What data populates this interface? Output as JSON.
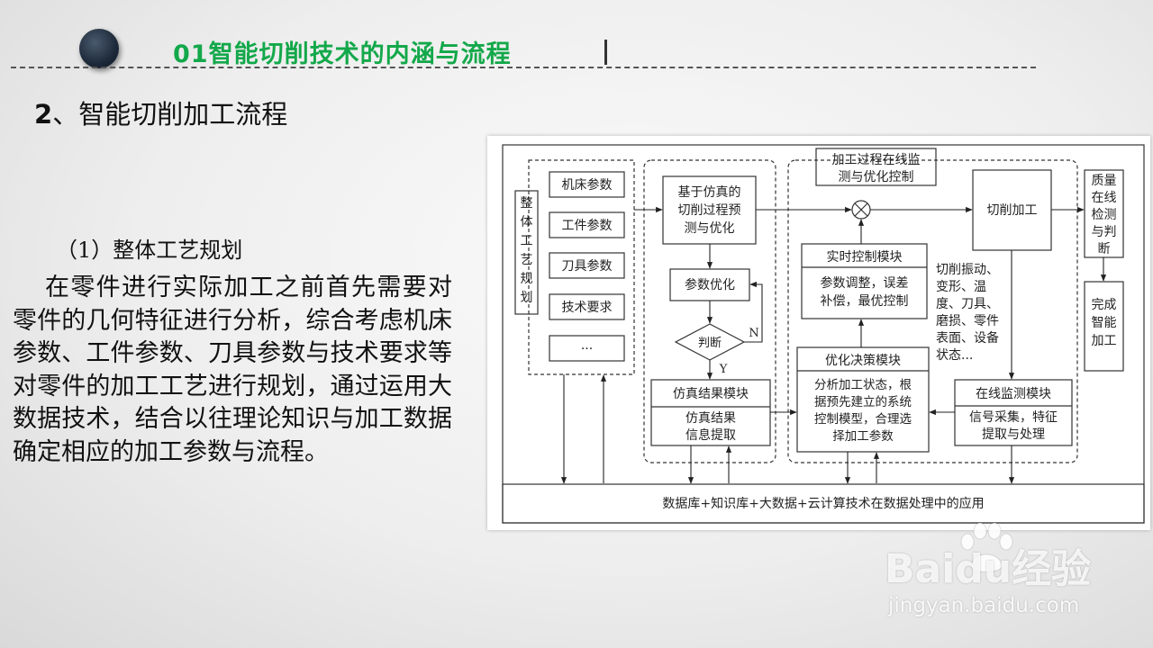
{
  "slide": {
    "title": "01智能切削技术的内涵与流程",
    "subtitle_num": "2",
    "subtitle_text": "、智能切削加工流程",
    "section_heading": "（1）整体工艺规划",
    "paragraph": "在零件进行实际加工之前首先需要对零件的几何特征进行分析，综合考虑机床参数、工件参数、刀具参数与技术要求等对零件的加工工艺进行规划，通过运用大数据技术，结合以往理论知识与加工数据确定相应的加工参数与流程。"
  },
  "diagram": {
    "left_title": "整体工艺规划",
    "params": [
      "机床参数",
      "工件参数",
      "刀具参数",
      "技术要求",
      "···"
    ],
    "sim_box": [
      "基于仿真的",
      "切削过程预",
      "测与优化"
    ],
    "param_opt": "参数优化",
    "judge": "判断",
    "label_n": "N",
    "label_y": "Y",
    "sim_result_head": "仿真结果模块",
    "sim_result_body": [
      "仿真结果",
      "信息提取"
    ],
    "monitor_title": [
      "加工过程在线监",
      "测与优化控制"
    ],
    "rt_control_head": "实时控制模块",
    "rt_control_body": [
      "参数调整，误差",
      "补偿，最优控制"
    ],
    "opt_decision_head": "优化决策模块",
    "opt_decision_body": [
      "分析加工状态，根",
      "据预先建立的系统",
      "控制模型，合理选",
      "择加工参数"
    ],
    "cutting": "切削加工",
    "cutting_state": [
      "切削振动、",
      "变形、温",
      "度、刀具、",
      "磨损、零件",
      "表面、设备",
      "状态..."
    ],
    "online_monitor_head": "在线监测模块",
    "online_monitor_body": [
      "信号采集，特征",
      "提取与处理"
    ],
    "quality": [
      "质量",
      "在线",
      "检测",
      "与判",
      "断"
    ],
    "finish": [
      "完成",
      "智能",
      "加工"
    ],
    "bottom_bar": "数据库+知识库+大数据+云计算技术在数据处理中的应用"
  },
  "watermark": {
    "logo": "Baidu经验",
    "url": "jingyan.baidu.com"
  }
}
